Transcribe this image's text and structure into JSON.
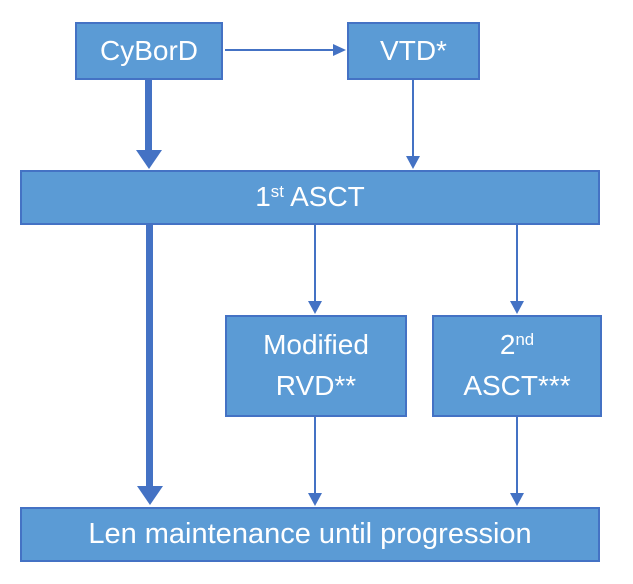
{
  "diagram": {
    "colors": {
      "node_fill": "#5B9BD5",
      "node_border": "#4472C4",
      "arrow": "#4472C4",
      "text": "#FFFFFF",
      "background": "#FFFFFF"
    },
    "nodes": {
      "cybord": {
        "label": "CyBorD"
      },
      "vtd": {
        "label": "VTD*"
      },
      "first_asct": {
        "num": "1",
        "sup": "st",
        "rest": " ASCT"
      },
      "modified_rvd": {
        "line1": "Modified",
        "line2": "RVD**"
      },
      "second_asct": {
        "num": "2",
        "sup": "nd",
        "line2": "ASCT***"
      },
      "len_maintenance": {
        "label": "Len maintenance until progression"
      }
    },
    "edges": [
      "CyBorD -> VTD*",
      "CyBorD -> 1st ASCT (thick)",
      "VTD* -> 1st ASCT",
      "1st ASCT -> Len maintenance until progression (thick)",
      "1st ASCT -> Modified RVD**",
      "1st ASCT -> 2nd ASCT***",
      "Modified RVD** -> Len maintenance until progression",
      "2nd ASCT*** -> Len maintenance until progression"
    ]
  }
}
